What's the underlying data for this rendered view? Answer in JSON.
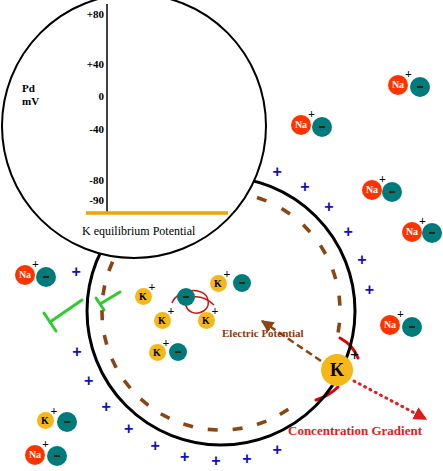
{
  "diagram": {
    "nodes": [
      {
        "text": [
          "+80",
          "+40",
          "Pd mV",
          "0",
          "-40",
          "-80",
          "-90",
          "K equilibrium Potential"
        ]
      },
      {
        "text": [
          "Na",
          "+"
        ]
      },
      {
        "text": [
          "Na",
          "+"
        ]
      },
      {
        "text": [
          "Na",
          "+"
        ]
      },
      {
        "text": [
          "Na",
          "+"
        ]
      },
      {
        "text": [
          "Na",
          "+"
        ]
      },
      {
        "text": [
          "Electric Potential"
        ]
      },
      {
        "text": [
          "K",
          "+"
        ],
        "in": 6
      },
      {
        "text": [
          "K",
          "+"
        ],
        "in": 6
      },
      {
        "text": [
          "K",
          "+"
        ],
        "in": 6
      },
      {
        "text": [
          "K",
          "+"
        ],
        "in": 6
      },
      {
        "text": [
          "K",
          "+"
        ],
        "in": 6
      },
      {
        "text": [
          "Na",
          "+"
        ]
      },
      {
        "text": [
          "K",
          "+"
        ]
      },
      {
        "text": [
          "K",
          "+"
        ]
      },
      {
        "text": [
          "Na",
          "+"
        ]
      }
    ],
    "labels": [
      "Concentration Gradient",
      "+",
      "+",
      "+",
      "+",
      "+",
      "+",
      "+",
      "+",
      "+",
      "+",
      "+",
      "+",
      "+",
      "+",
      "+",
      "+"
    ]
  }
}
